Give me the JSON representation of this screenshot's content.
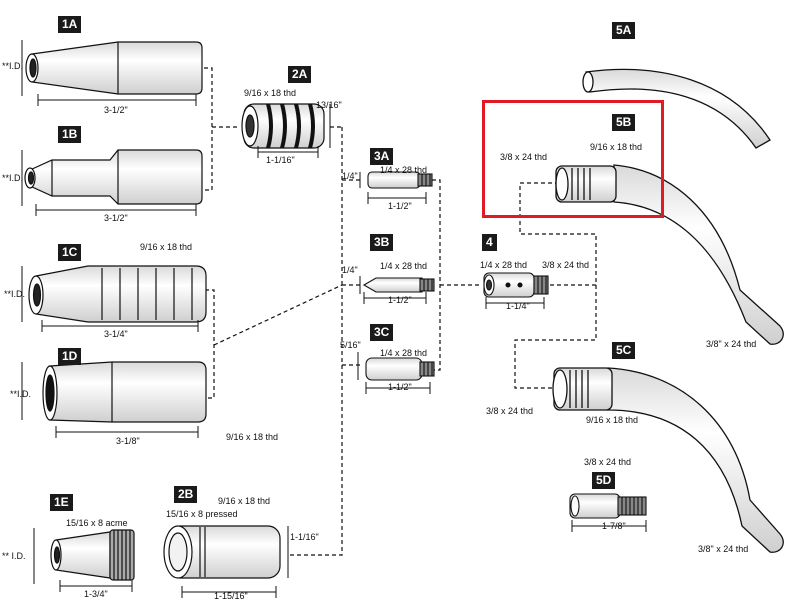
{
  "parts": {
    "1A": {
      "tag": "1A",
      "id_label": "**I.D.",
      "length": "3-1/2\""
    },
    "1B": {
      "tag": "1B",
      "id_label": "**I.D.",
      "length": "3-1/2\""
    },
    "1C": {
      "tag": "1C",
      "id_label": "**I.D.",
      "length": "3-1/4\"",
      "thread": "9/16 x 18 thd"
    },
    "1D": {
      "tag": "1D",
      "id_label": "**I.D.",
      "length": "3-1/8\"",
      "thread": "9/16 x 18 thd"
    },
    "1E": {
      "tag": "1E",
      "id_label": "** I.D.",
      "length": "1-3/4\"",
      "thread": "15/16 x 8 acme"
    },
    "2A": {
      "tag": "2A",
      "thread": "9/16 x 18 thd",
      "length": "1-1/16\"",
      "width": "13/16\""
    },
    "2B": {
      "tag": "2B",
      "thread": "9/16 x 18 thd",
      "pressed": "15/16 x 8 pressed",
      "length": "1-15/16\"",
      "width": "1-1/16\""
    },
    "3A": {
      "tag": "3A",
      "dia": "1/4\"",
      "thread": "1/4 x 28 thd",
      "length": "1-1/2\""
    },
    "3B": {
      "tag": "3B",
      "dia": "1/4\"",
      "thread": "1/4 x 28 thd",
      "length": "1-1/2\""
    },
    "3C": {
      "tag": "3C",
      "dia": "5/16\"",
      "thread": "1/4 x 28 thd",
      "length": "1-1/2\""
    },
    "4": {
      "tag": "4",
      "thread_left": "1/4 x 28 thd",
      "thread_right": "3/8 x 24 thd",
      "length": "1-1/4\""
    },
    "5A": {
      "tag": "5A"
    },
    "5B": {
      "tag": "5B",
      "thread_left": "3/8 x 24 thd",
      "thread_right": "9/16 x 18 thd",
      "end": "3/8\" x 24  thd"
    },
    "5C": {
      "tag": "5C",
      "thread_left": "3/8 x 24 thd",
      "thread_right": "9/16 x 18 thd",
      "end": "3/8\" x 24  thd"
    },
    "5D": {
      "tag": "5D",
      "thread": "3/8 x 24 thd",
      "length": "1-7/8\""
    }
  },
  "highlight": {
    "target": "5B",
    "color": "#e01b24"
  }
}
